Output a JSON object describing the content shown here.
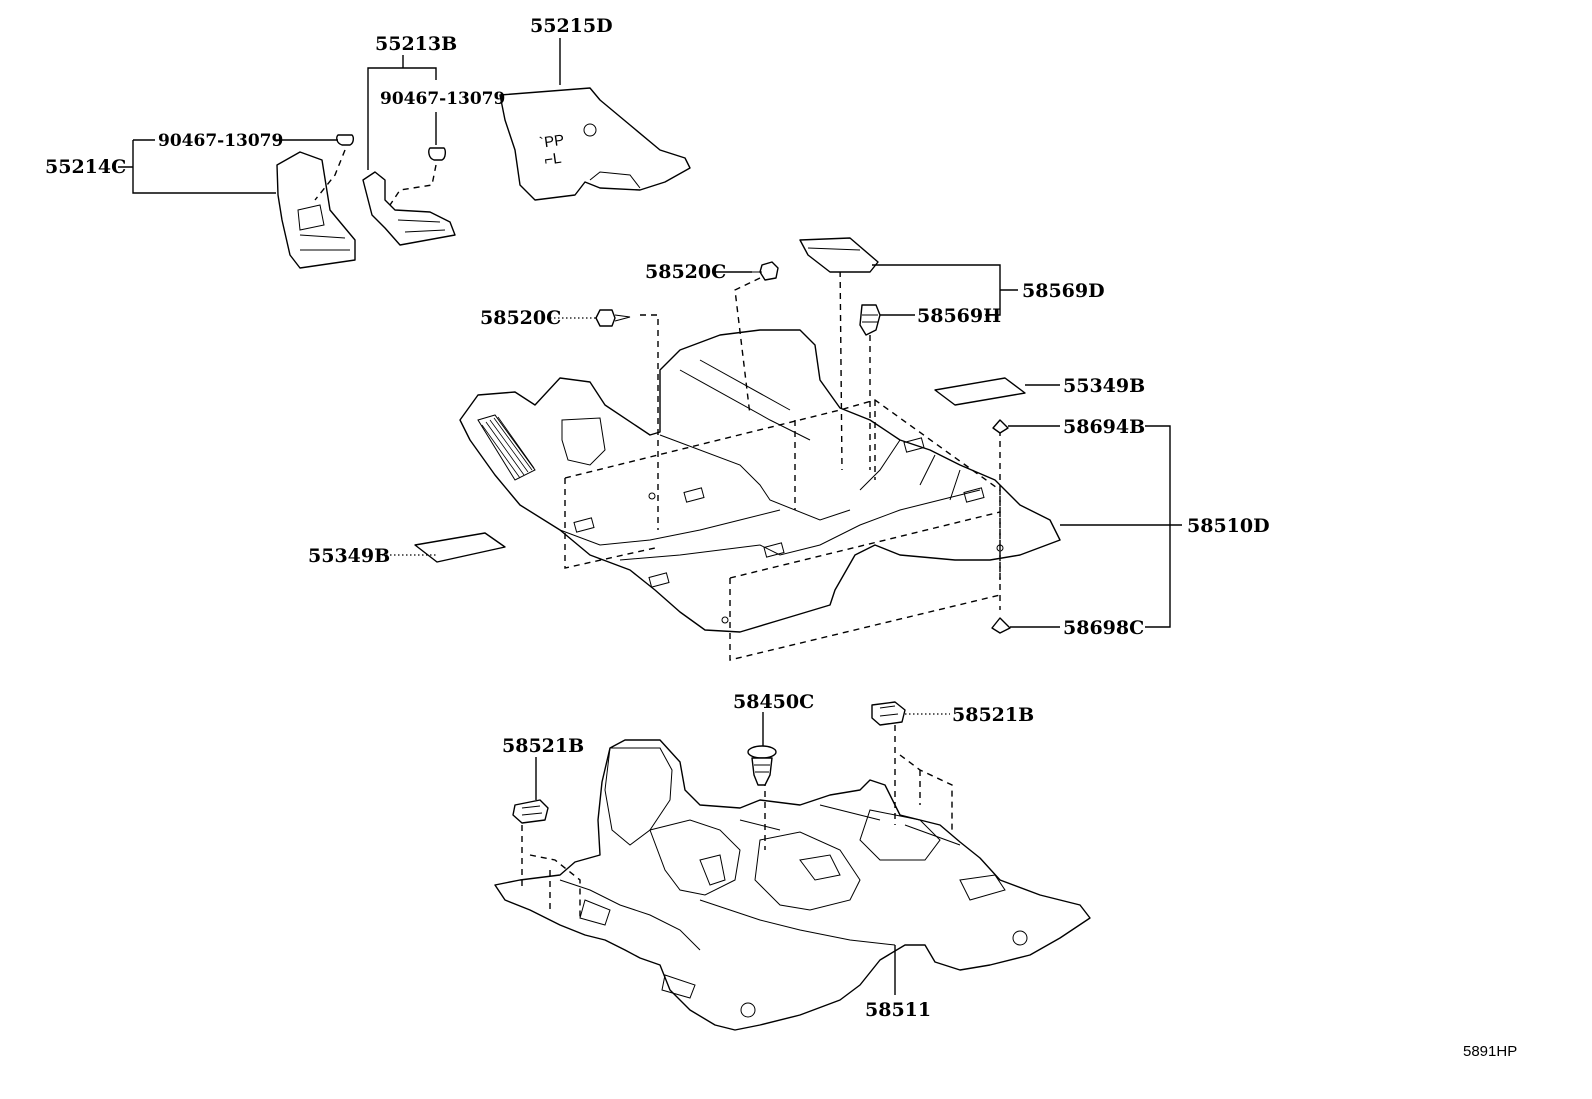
{
  "diagram": {
    "image_code": "5891HP",
    "labels": {
      "p55215D": "55215D",
      "p55213B": "55213B",
      "p90467_upper": "90467-13079",
      "p90467_left": "90467-13079",
      "p55214C": "55214C",
      "p58520C_upper": "58520C",
      "p58520C_lower": "58520C",
      "p58569D": "58569D",
      "p58569H": "58569H",
      "p55349B_right": "55349B",
      "p55349B_left": "55349B",
      "p58694B": "58694B",
      "p58510D": "58510D",
      "p58698C": "58698C",
      "p58450C": "58450C",
      "p58521B_right": "58521B",
      "p58521B_left": "58521B",
      "p58511": "58511"
    }
  }
}
